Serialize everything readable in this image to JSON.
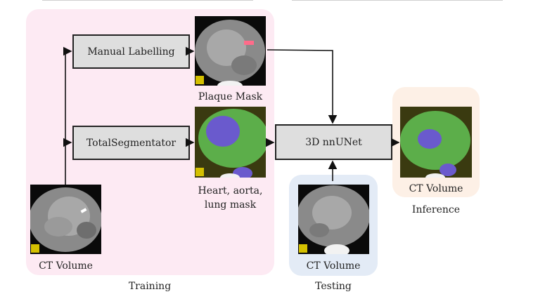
{
  "groups": {
    "training": "Training",
    "testing": "Testing",
    "inference": "Inference"
  },
  "boxes": {
    "manual": "Manual Labelling",
    "totalseg": "TotalSegmentator",
    "nnunet": "3D nnUNet"
  },
  "images": {
    "ct_train": "CT Volume",
    "plaque": "Plaque Mask",
    "organ_line1": "Heart, aorta,",
    "organ_line2": "lung mask",
    "ct_test": "CT Volume",
    "ct_infer": "CT Volume"
  },
  "colors": {
    "training_bg": "#fdeaf3",
    "testing_bg": "#e3ebf6",
    "inference_bg": "#fdf0e6",
    "box_fill": "#dedede",
    "mask_green": "#4caf50",
    "mask_blue": "#6a5acd",
    "plaque_red": "#ff6b8a"
  },
  "icons": [
    "ct-slice-icon",
    "arrow-icon"
  ]
}
